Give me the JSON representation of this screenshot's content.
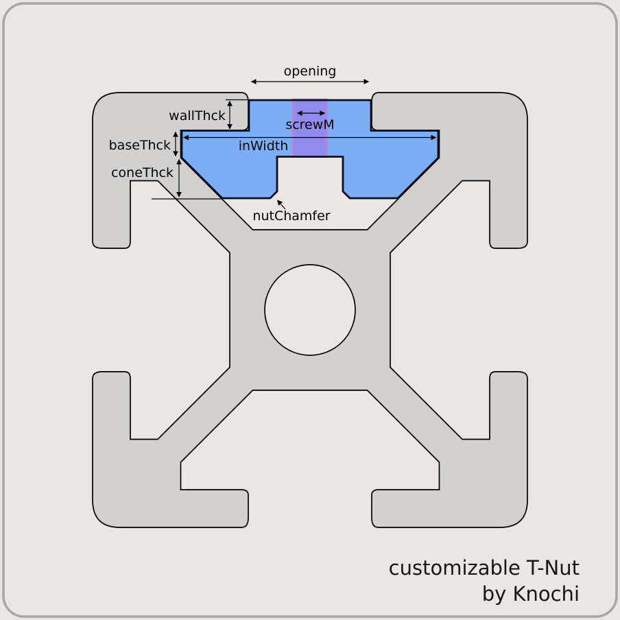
{
  "diagram": {
    "labels": {
      "opening": "opening",
      "wallThck": "wallThck",
      "screwM": "screwM",
      "inWidth": "inWidth",
      "baseThck": "baseThck",
      "coneThck": "coneThck",
      "nutChamfer": "nutChamfer"
    },
    "title_line1": "customizable T-Nut",
    "title_line2": "by Knochi",
    "colors": {
      "background": "#e9e6e3",
      "border": "#a9a7a5",
      "profile_fill": "#d3d1cf",
      "profile_stroke": "#000000",
      "nut_fill": "#7daef5",
      "nut_stroke": "#0d0d20",
      "screw_fill": "#9489ec",
      "dimension": "#000000"
    }
  }
}
